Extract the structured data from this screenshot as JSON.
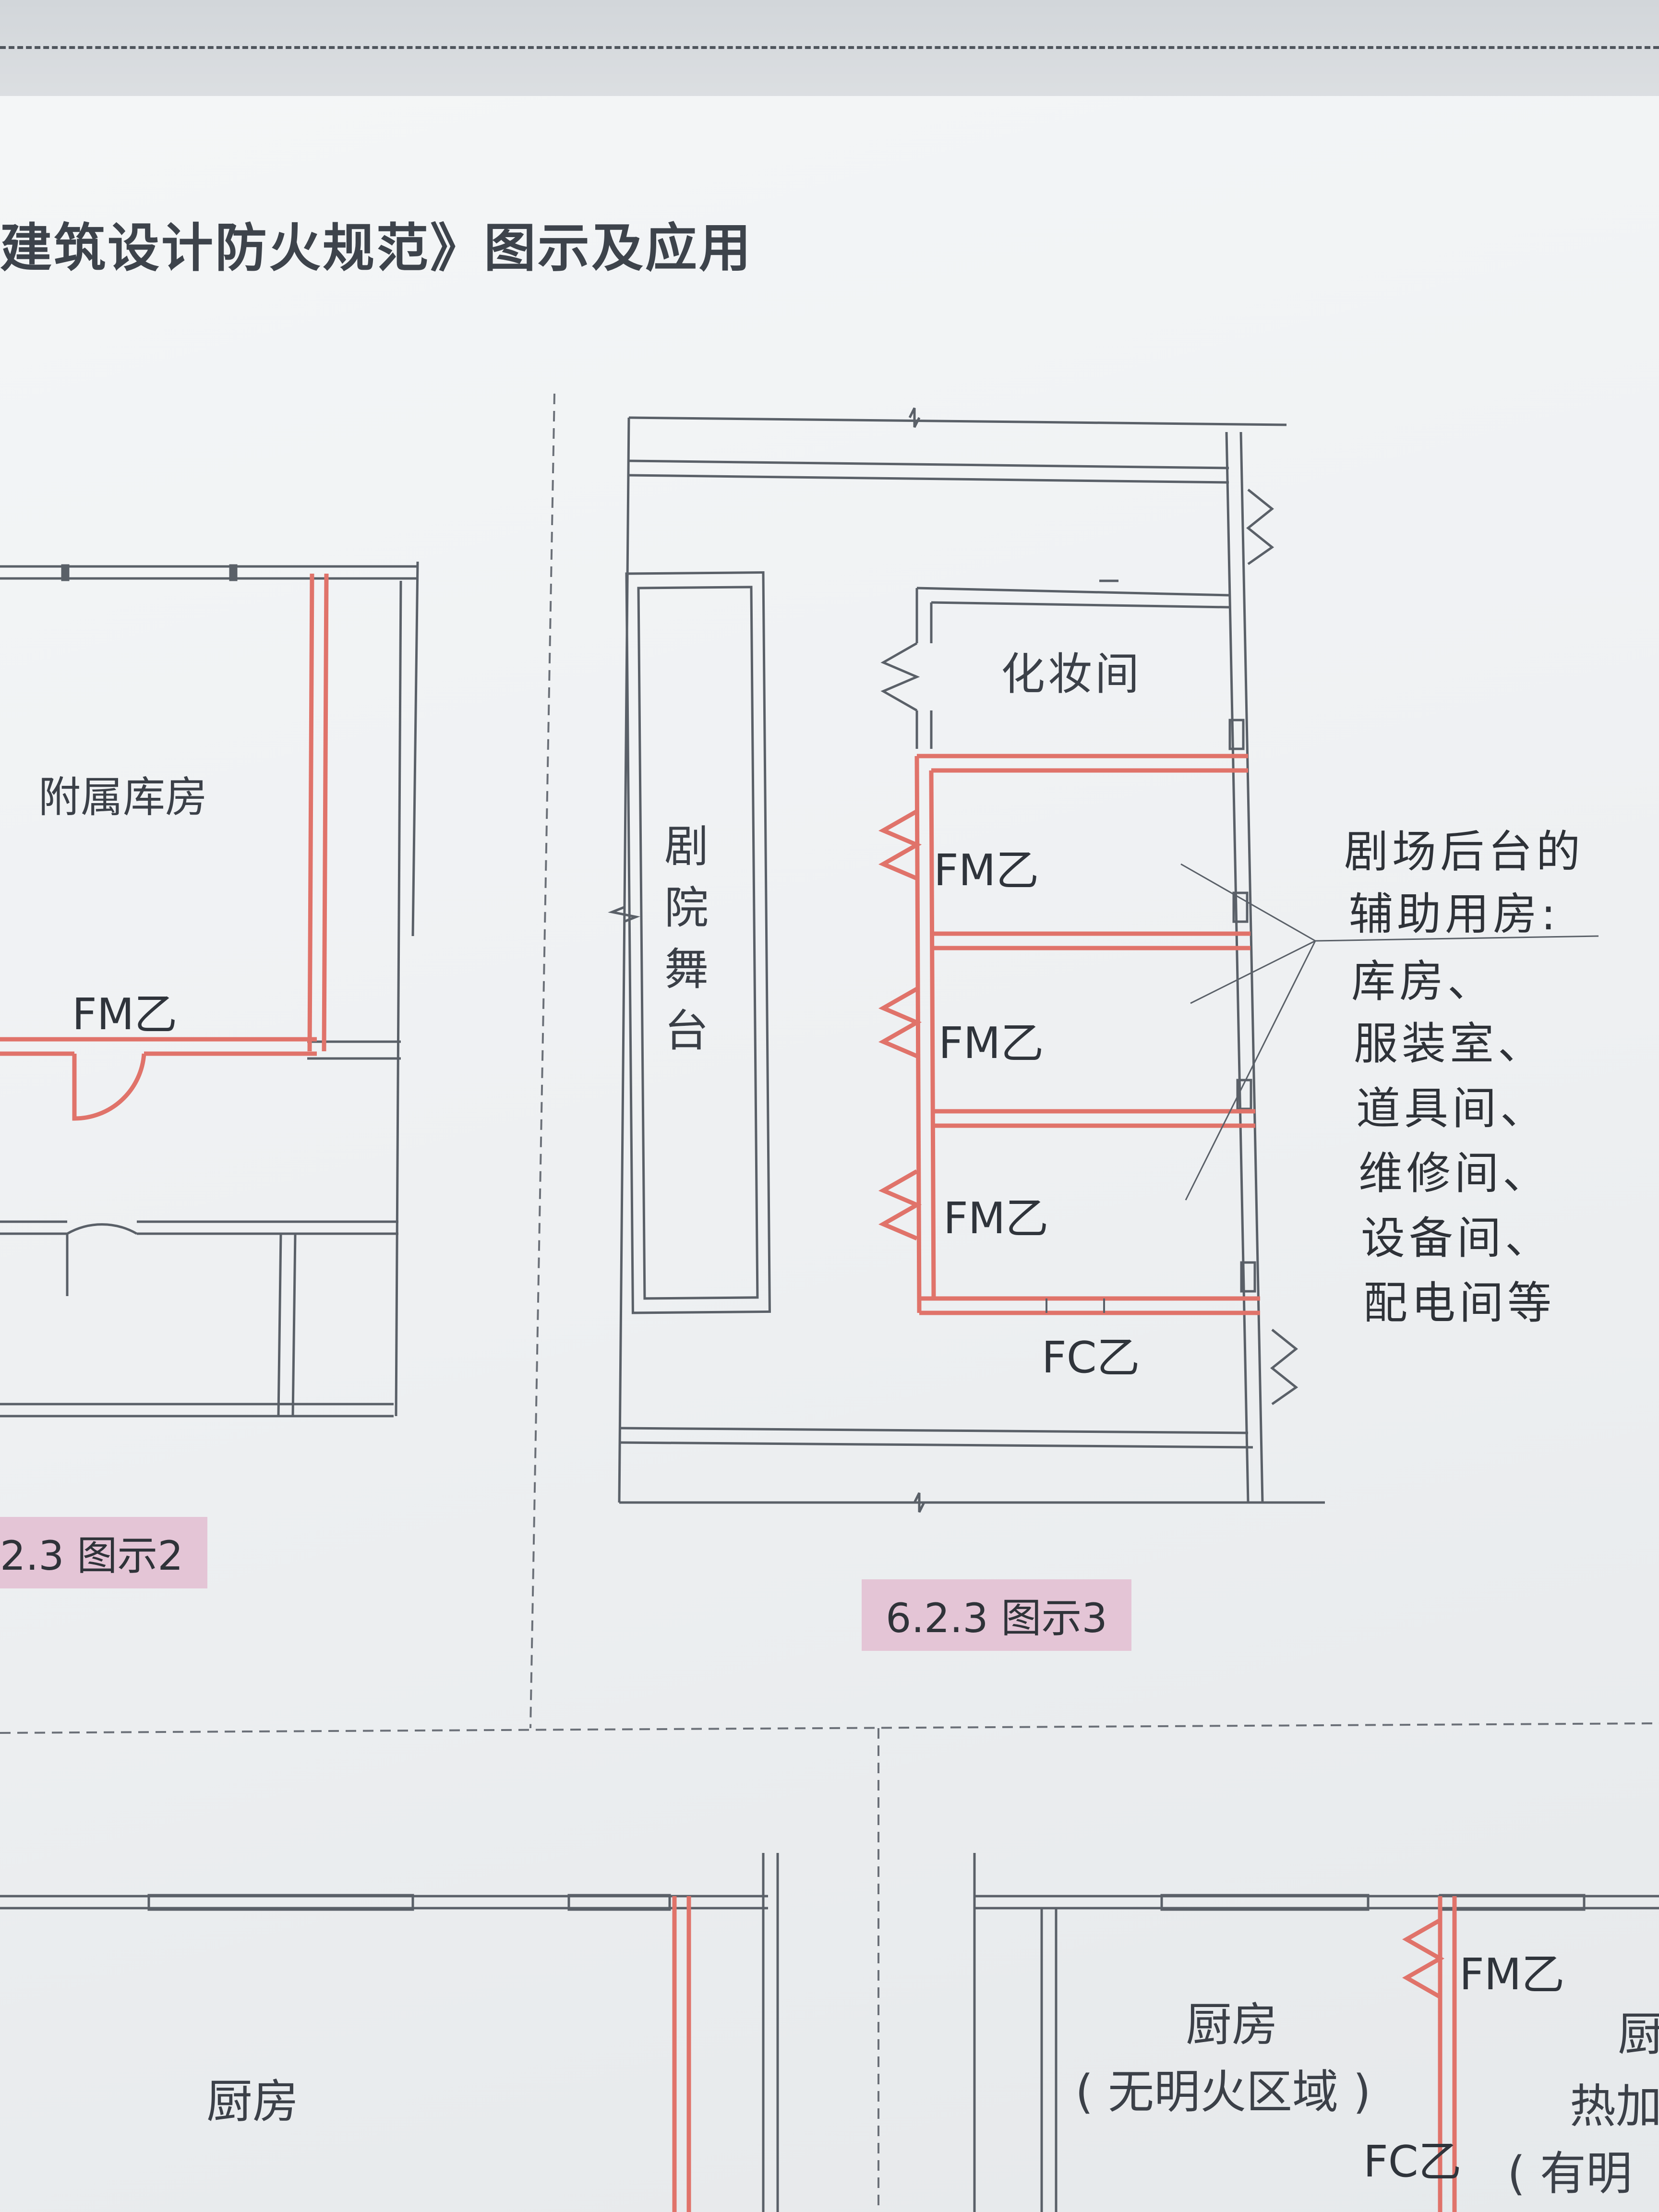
{
  "header": {
    "title": "建筑设计防火规范》图示及应用"
  },
  "captions": {
    "left": "2.3 图示2",
    "center": "6.2.3 图示3"
  },
  "figure2": {
    "room_label": "附属库房",
    "door_label": "FM乙"
  },
  "figure3": {
    "stage_label": [
      "剧",
      "院",
      "舞",
      "台"
    ],
    "makeup_room": "化妆间",
    "door_labels": [
      "FM乙",
      "FM乙",
      "FM乙"
    ],
    "window_label": "FC乙",
    "note_lines": [
      "剧场后台的",
      "辅助用房:",
      "库房、",
      "服装室、",
      "道具间、",
      "维修间、",
      "设备间、",
      "配电间等"
    ]
  },
  "bottom": {
    "left_kitchen": "厨房",
    "kitchen_center": "厨房",
    "kitchen_center_sub": "( 无明火区域 )",
    "door_label": "FM乙",
    "window_label": "FC乙",
    "right_partial_1": "厨",
    "right_partial_2": "热加",
    "right_partial_3": "( 有明"
  },
  "colors": {
    "wall": "#5a6068",
    "fire_wall": "#e0736a",
    "caption_bg": "#e4c5d6"
  }
}
